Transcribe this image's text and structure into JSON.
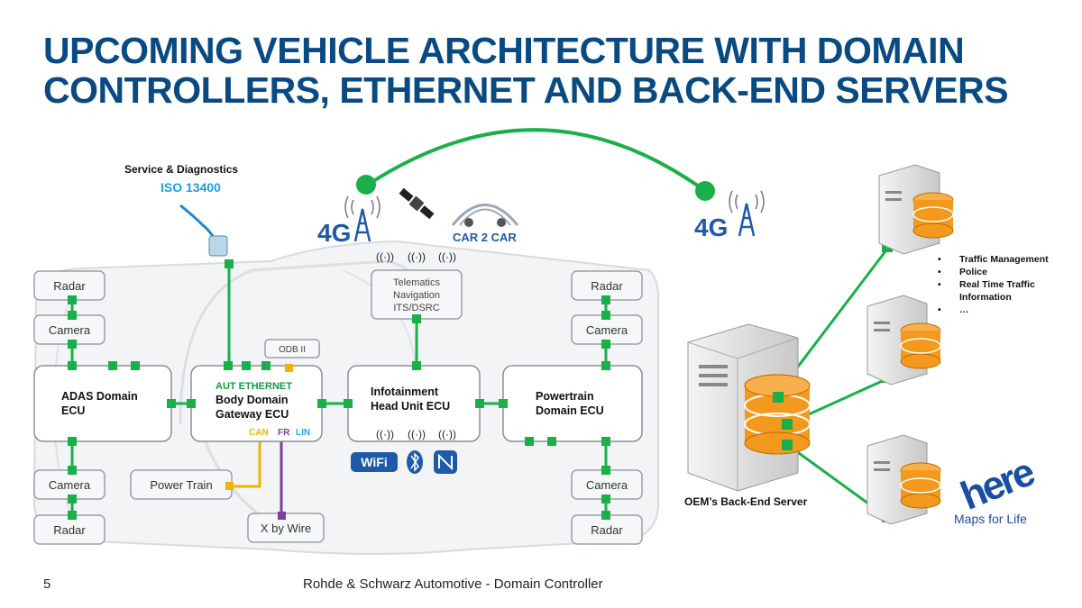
{
  "title": {
    "line1": "UPCOMING VEHICLE ARCHITECTURE WITH DOMAIN",
    "line2": "CONTROLLERS, ETHERNET AND BACK-END SERVERS"
  },
  "diagnostics": {
    "label": "Service & Diagnostics",
    "standard": "ISO 13400"
  },
  "connectivity": {
    "cellular_left": "4G",
    "cellular_right": "4G",
    "car2car": "CAR 2 CAR",
    "wifi": "WiFi",
    "satellite_icon": "satellite-icon",
    "bluetooth_icon": "bluetooth-icon",
    "nfc_icon": "nfc-icon"
  },
  "vehicle": {
    "sensors": {
      "radar_front_left": "Radar",
      "camera_front_left": "Camera",
      "camera_rear_left": "Camera",
      "radar_rear_left": "Radar",
      "radar_front_right": "Radar",
      "camera_front_right": "Camera",
      "camera_rear_right": "Camera",
      "radar_rear_right": "Radar"
    },
    "telematics": {
      "line1": "Telematics",
      "line2": "Navigation",
      "line3": "ITS/DSRC"
    },
    "odb": "ODB II",
    "adas": {
      "line1": "ADAS Domain",
      "line2": "ECU"
    },
    "gateway": {
      "bus": "AUT ETHERNET",
      "line1": "Body Domain",
      "line2": "Gateway ECU"
    },
    "infotainment": {
      "line1": "Infotainment",
      "line2": "Head Unit ECU"
    },
    "powertrain": {
      "line1": "Powertrain",
      "line2": "Domain ECU"
    },
    "bus_labels": {
      "can": "CAN",
      "fr": "FR",
      "lin": "LIN"
    },
    "power_train": "Power Train",
    "x_by_wire": "X by Wire"
  },
  "backend": {
    "oem_label": "OEM’s Back-End Server",
    "services": [
      "Traffic Management",
      "Police",
      "Real Time Traffic",
      "Information",
      "…"
    ],
    "here_logo": "here",
    "here_tagline": "Maps for Life"
  },
  "colors": {
    "title": "#0a4a82",
    "green": "#19b04a",
    "iso": "#1ea0dc",
    "can": "#f0b400",
    "flexray": "#7b3fa0",
    "lin": "#28a8d8",
    "orange": "#f39a1e",
    "here_blue": "#1a4ea0"
  },
  "footer": {
    "page": "5",
    "text": "Rohde & Schwarz Automotive - Domain Controller"
  }
}
